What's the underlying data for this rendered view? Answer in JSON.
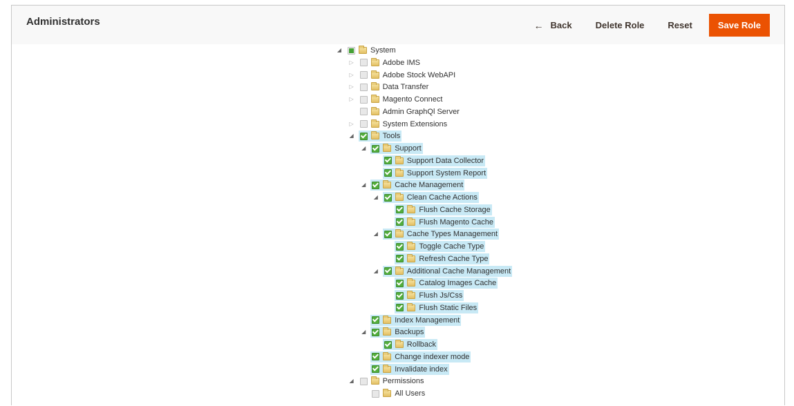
{
  "header": {
    "title": "Administrators",
    "back_label": "Back",
    "delete_label": "Delete Role",
    "reset_label": "Reset",
    "save_label": "Save Role"
  },
  "colors": {
    "accent": "#eb5202",
    "highlight": "#c8e9f5",
    "check_green": "#52ae3d"
  },
  "tree": [
    {
      "label": "System",
      "level": 0,
      "toggle": "open",
      "state": "partial"
    },
    {
      "label": "Adobe IMS",
      "level": 1,
      "toggle": "closed",
      "state": "unchecked"
    },
    {
      "label": "Adobe Stock WebAPI",
      "level": 1,
      "toggle": "closed",
      "state": "unchecked"
    },
    {
      "label": "Data Transfer",
      "level": 1,
      "toggle": "closed",
      "state": "unchecked"
    },
    {
      "label": "Magento Connect",
      "level": 1,
      "toggle": "closed",
      "state": "unchecked"
    },
    {
      "label": "Admin GraphQl Server",
      "level": 1,
      "toggle": "none",
      "state": "unchecked"
    },
    {
      "label": "System Extensions",
      "level": 1,
      "toggle": "closed",
      "state": "unchecked"
    },
    {
      "label": "Tools",
      "level": 1,
      "toggle": "open",
      "state": "checked"
    },
    {
      "label": "Support",
      "level": 2,
      "toggle": "open",
      "state": "checked"
    },
    {
      "label": "Support Data Collector",
      "level": 3,
      "toggle": "none",
      "state": "checked"
    },
    {
      "label": "Support System Report",
      "level": 3,
      "toggle": "none",
      "state": "checked"
    },
    {
      "label": "Cache Management",
      "level": 2,
      "toggle": "open",
      "state": "checked"
    },
    {
      "label": "Clean Cache Actions",
      "level": 3,
      "toggle": "open",
      "state": "checked"
    },
    {
      "label": "Flush Cache Storage",
      "level": 4,
      "toggle": "none",
      "state": "checked"
    },
    {
      "label": "Flush Magento Cache",
      "level": 4,
      "toggle": "none",
      "state": "checked"
    },
    {
      "label": "Cache Types Management",
      "level": 3,
      "toggle": "open",
      "state": "checked"
    },
    {
      "label": "Toggle Cache Type",
      "level": 4,
      "toggle": "none",
      "state": "checked"
    },
    {
      "label": "Refresh Cache Type",
      "level": 4,
      "toggle": "none",
      "state": "checked"
    },
    {
      "label": "Additional Cache Management",
      "level": 3,
      "toggle": "open",
      "state": "checked"
    },
    {
      "label": "Catalog Images Cache",
      "level": 4,
      "toggle": "none",
      "state": "checked"
    },
    {
      "label": "Flush Js/Css",
      "level": 4,
      "toggle": "none",
      "state": "checked"
    },
    {
      "label": "Flush Static Files",
      "level": 4,
      "toggle": "none",
      "state": "checked"
    },
    {
      "label": "Index Management",
      "level": 2,
      "toggle": "none",
      "state": "checked"
    },
    {
      "label": "Backups",
      "level": 2,
      "toggle": "open",
      "state": "checked"
    },
    {
      "label": "Rollback",
      "level": 3,
      "toggle": "none",
      "state": "checked"
    },
    {
      "label": "Change indexer mode",
      "level": 2,
      "toggle": "none",
      "state": "checked"
    },
    {
      "label": "Invalidate index",
      "level": 2,
      "toggle": "none",
      "state": "checked"
    },
    {
      "label": "Permissions",
      "level": 1,
      "toggle": "open",
      "state": "unchecked"
    },
    {
      "label": "All Users",
      "level": 2,
      "toggle": "none",
      "state": "unchecked"
    }
  ]
}
